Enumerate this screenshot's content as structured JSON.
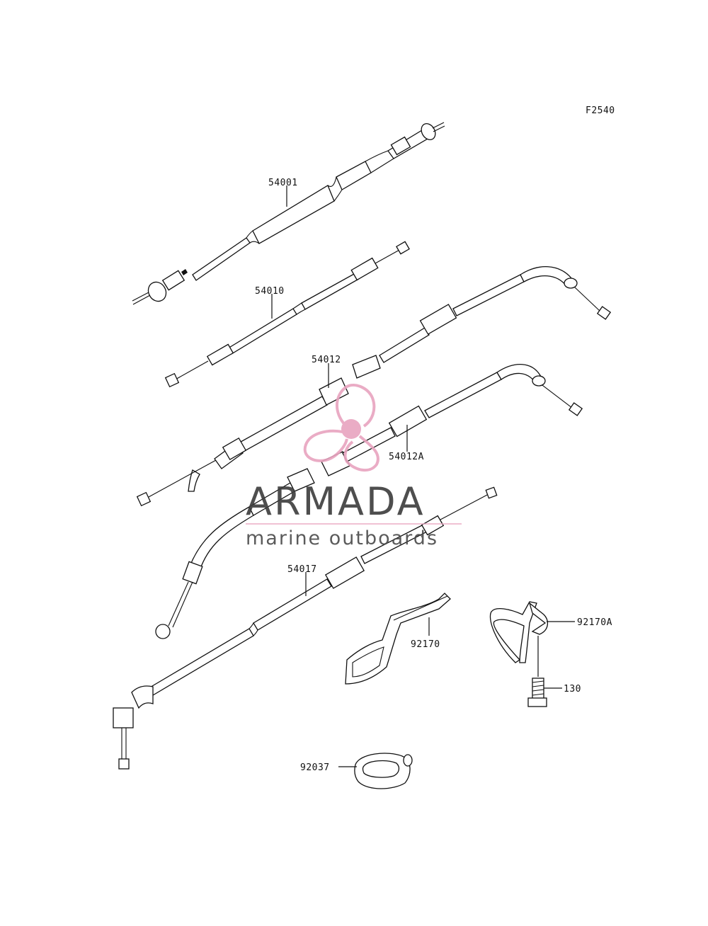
{
  "figure_code": "F2540",
  "labels": {
    "p54001": "54001",
    "p54010": "54010",
    "p54012": "54012",
    "p54012A": "54012A",
    "p54017": "54017",
    "p92170": "92170",
    "p92170A": "92170A",
    "p130": "130",
    "p92037": "92037"
  },
  "watermark": {
    "title": "ARMADA",
    "subtitle": "marine outboards",
    "accent_color": "#e8a4bf",
    "text_color": "#3b3b3b",
    "icon": "propeller-logo"
  }
}
